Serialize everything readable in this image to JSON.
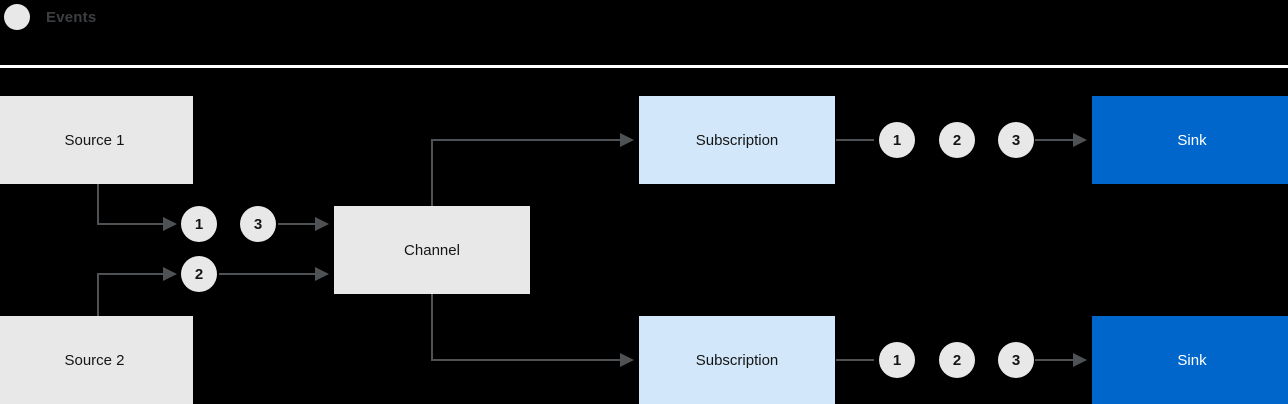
{
  "legend": {
    "dot_icon": "event-dot-icon",
    "label": "Events"
  },
  "diagram": {
    "nodes": [
      {
        "id": "source1",
        "label": "Source 1",
        "style": "grey"
      },
      {
        "id": "source2",
        "label": "Source 2",
        "style": "grey"
      },
      {
        "id": "channel",
        "label": "Channel",
        "style": "grey"
      },
      {
        "id": "subscription1",
        "label": "Subscription",
        "style": "light"
      },
      {
        "id": "subscription2",
        "label": "Subscription",
        "style": "light"
      },
      {
        "id": "sink1",
        "label": "Sink",
        "style": "blue"
      },
      {
        "id": "sink2",
        "label": "Sink",
        "style": "blue"
      }
    ],
    "tokens": {
      "source1_to_channel": [
        "1",
        "3"
      ],
      "source2_to_channel": [
        "2"
      ],
      "subscription1_to_sink": [
        "1",
        "2",
        "3"
      ],
      "subscription2_to_sink": [
        "1",
        "2",
        "3"
      ]
    },
    "colors": {
      "background": "#000000",
      "grey_box": "#e8e8e8",
      "light_blue_box": "#d2e7fa",
      "blue_box": "#0066cc",
      "token": "#e8e8e8",
      "arrow": "#4f5255",
      "divider": "#ffffff",
      "legend_text": "#3c3f42"
    }
  }
}
